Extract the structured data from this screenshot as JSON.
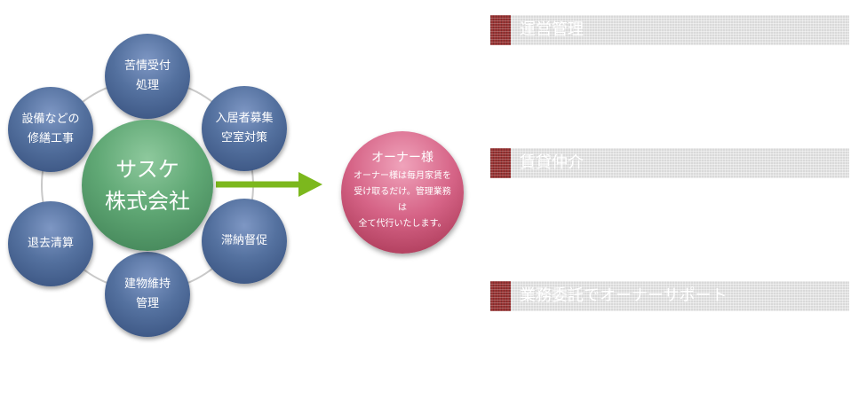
{
  "center_node": {
    "lines": [
      "サスケ",
      "株式会社"
    ]
  },
  "services": [
    {
      "lines": [
        "苦情受付",
        "処理"
      ]
    },
    {
      "lines": [
        "入居者募集",
        "空室対策"
      ]
    },
    {
      "lines": [
        "滞納督促"
      ]
    },
    {
      "lines": [
        "建物維持",
        "管理"
      ]
    },
    {
      "lines": [
        "退去清算"
      ]
    },
    {
      "lines": [
        "設備などの",
        "修繕工事"
      ]
    }
  ],
  "owner": {
    "title": "オーナー様",
    "desc_lines": [
      "オーナー様は毎月家賃を",
      "受け取るだけ。管理業務は",
      "全て代行いたします。"
    ]
  },
  "sections": [
    {
      "label": "運営管理"
    },
    {
      "label": "賃貸仲介"
    },
    {
      "label": "業務委託でオーナーサポート"
    }
  ],
  "colors": {
    "service_circle": "#54719f",
    "center_circle": "#60a875",
    "owner_circle": "#d66487",
    "arrow": "#7cb81d",
    "section_marker": "#9a3535",
    "section_bar": "#d9d9d9"
  }
}
